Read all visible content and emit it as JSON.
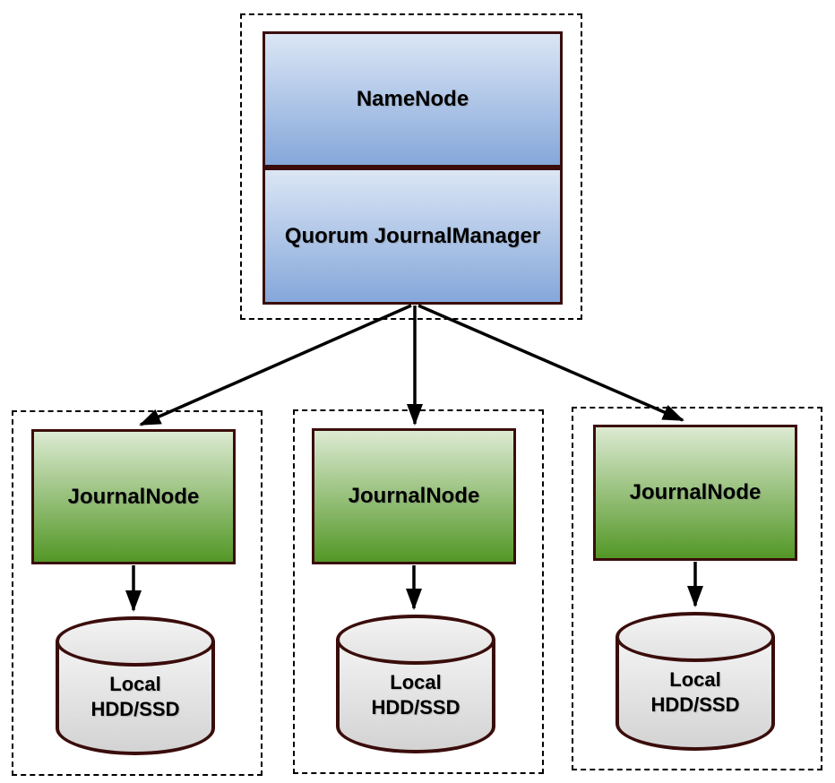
{
  "colors": {
    "box-border": "#3a0d0b",
    "blue-top": "#dbe6f5",
    "blue-bottom": "#85a7da",
    "green-top": "#dcead2",
    "green-bottom": "#539726",
    "cyl-top-a": "#f3f3f3",
    "cyl-top-b": "#e2e2e2",
    "cyl-body-a": "#f4f4f4",
    "cyl-body-b": "#d3d3d3",
    "arrow": "#000000",
    "dash": "#000000",
    "text": "#000000"
  },
  "namenode_group": {
    "namenode_label": "NameNode",
    "qjm_label": "Quorum JournalManager"
  },
  "journal_groups": [
    {
      "node_label": "JournalNode",
      "storage_line1": "Local",
      "storage_line2": "HDD/SSD"
    },
    {
      "node_label": "JournalNode",
      "storage_line1": "Local",
      "storage_line2": "HDD/SSD"
    },
    {
      "node_label": "JournalNode",
      "storage_line1": "Local",
      "storage_line2": "HDD/SSD"
    }
  ]
}
